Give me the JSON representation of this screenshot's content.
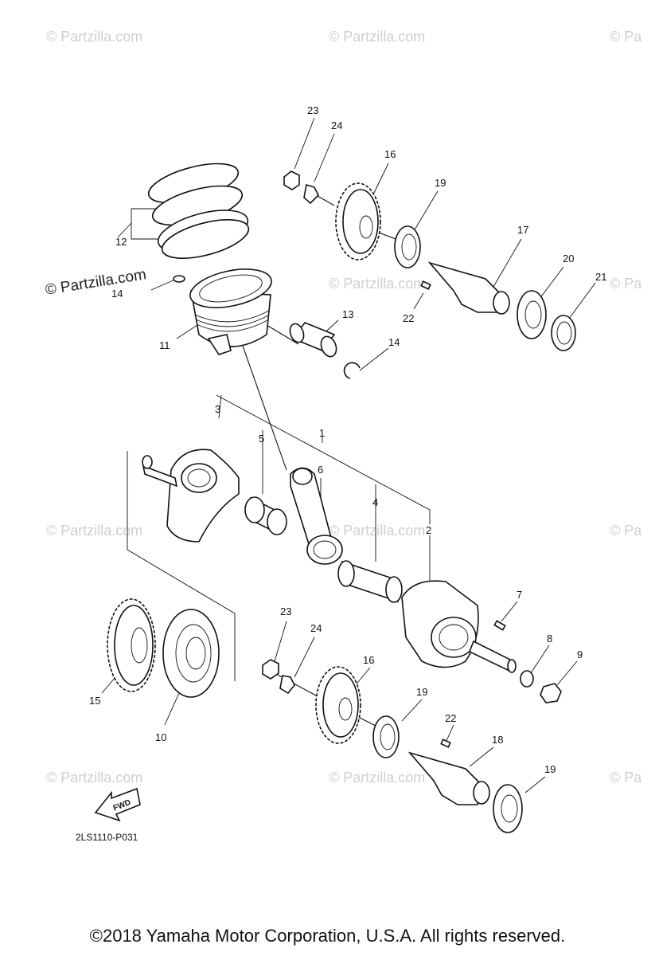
{
  "watermark": "© Partzilla.com",
  "watermark_partial": "© Pa",
  "diagram_code": "2LS1110-P031",
  "fwd_label": "FWD",
  "callouts": {
    "c1": "1",
    "c2": "2",
    "c3": "3",
    "c4": "4",
    "c5": "5",
    "c6": "6",
    "c7": "7",
    "c8": "8",
    "c9": "9",
    "c10": "10",
    "c11": "11",
    "c12": "12",
    "c13": "13",
    "c14a": "14",
    "c14b": "14",
    "c15": "15",
    "c16a": "16",
    "c16b": "16",
    "c17": "17",
    "c18": "18",
    "c19a": "19",
    "c19b": "19",
    "c19c": "19",
    "c20": "20",
    "c21": "21",
    "c22a": "22",
    "c22b": "22",
    "c23a": "23",
    "c23b": "23",
    "c24a": "24",
    "c24b": "24"
  },
  "copyright": "©2018 Yamaha Motor Corporation, U.S.A. All rights reserved."
}
